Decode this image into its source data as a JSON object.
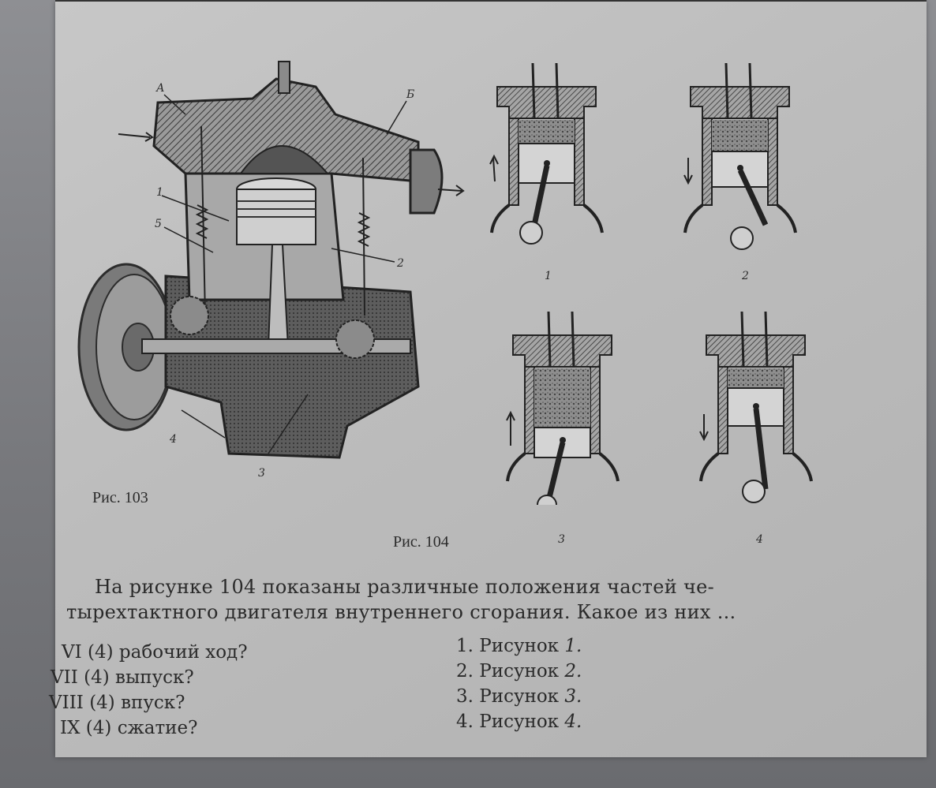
{
  "figure103": {
    "caption": "Рис. 103",
    "part_labels": [
      "А",
      "Б",
      "1",
      "5",
      "2",
      "4",
      "3"
    ]
  },
  "figure104": {
    "caption": "Рис. 104",
    "panel_labels": [
      "1",
      "2",
      "3",
      "4"
    ]
  },
  "text": {
    "intro_line1": "На рисунке 104 показаны различные положения частей че-",
    "intro_line2": "тырехтактного двигателя внутреннего сгорания. Какое из них ..."
  },
  "questions": [
    {
      "num": "VI",
      "points": "(4)",
      "text": "рабочий ход?"
    },
    {
      "num": "VII",
      "points": "(4)",
      "text": "выпуск?"
    },
    {
      "num": "VIII",
      "points": "(4)",
      "text": "впуск?"
    },
    {
      "num": "IX",
      "points": "(4)",
      "text": "сжатие?"
    }
  ],
  "answers": [
    {
      "num": "1.",
      "word": "Рисунок",
      "value": "1."
    },
    {
      "num": "2.",
      "word": "Рисунок",
      "value": "2."
    },
    {
      "num": "3.",
      "word": "Рисунок",
      "value": "3."
    },
    {
      "num": "4.",
      "word": "Рисунок",
      "value": "4."
    }
  ]
}
